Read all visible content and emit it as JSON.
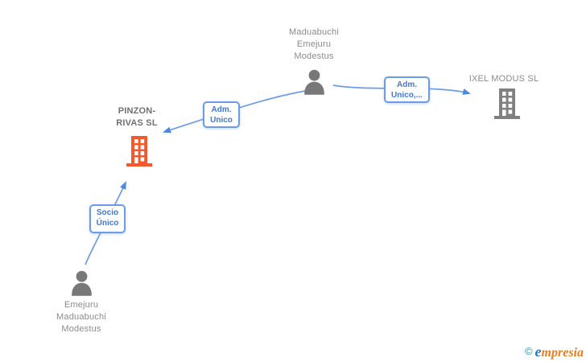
{
  "diagram": {
    "nodes": {
      "person_top": {
        "type": "person",
        "label_lines": [
          "Maduabuchi",
          "Emejuru",
          "Modestus"
        ]
      },
      "company_ixel": {
        "type": "company",
        "label": "IXEL MODUS SL"
      },
      "company_pinzon": {
        "type": "company",
        "label_lines": [
          "PINZON-",
          "RIVAS SL"
        ]
      },
      "person_bottom": {
        "type": "person",
        "label_lines": [
          "Emejuru",
          "Maduabuchi",
          "Modestus"
        ]
      }
    },
    "edges": [
      {
        "from": "person_top",
        "to": "company_pinzon",
        "label_lines": [
          "Adm.",
          "Unico"
        ]
      },
      {
        "from": "person_top",
        "to": "company_ixel",
        "label_lines": [
          "Adm.",
          "Unico,..."
        ]
      },
      {
        "from": "person_bottom",
        "to": "company_pinzon",
        "label_lines": [
          "Socio",
          "Único"
        ]
      }
    ]
  },
  "colors": {
    "edge_line": "#6C9CE8",
    "arrowhead": "#4F86E0",
    "box_border": "#6C9CE8",
    "box_text": "#4077D6",
    "node_label_gray": "#8B8B8B",
    "company_label_bold": "#6F6F6F",
    "person_icon": "#787878",
    "building_gray": "#808080",
    "building_orange": "#F4582D",
    "logo_copyright": "#2E8FA5",
    "logo_first_letter": "#1E78C8",
    "logo_rest": "#E87E1C"
  },
  "footer": {
    "copyright_symbol": "©",
    "brand_first_letter": "e",
    "brand_rest": "mpresia"
  }
}
